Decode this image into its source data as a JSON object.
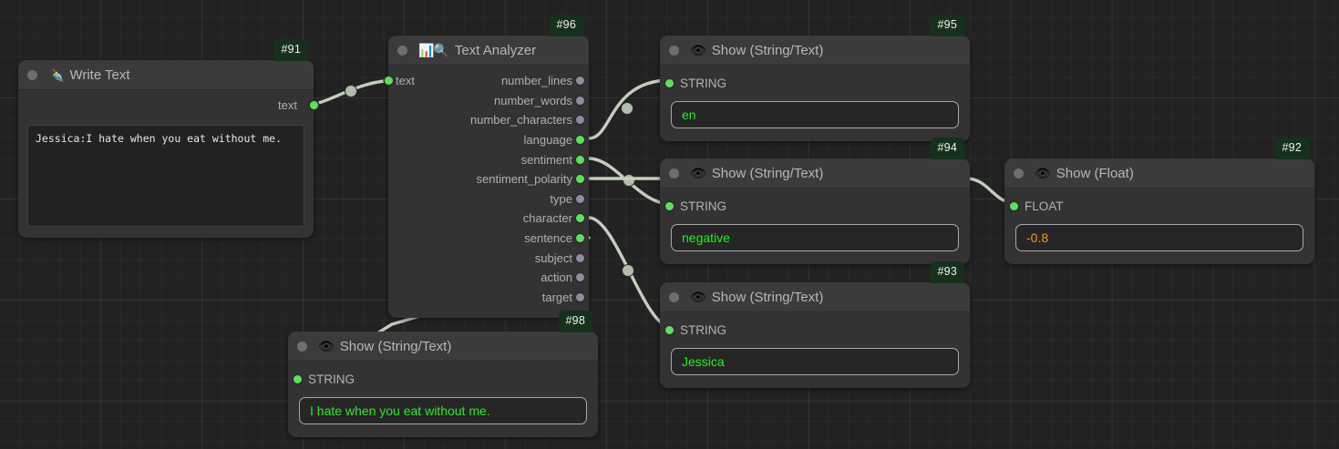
{
  "app": {
    "type": "node-graph-editor",
    "canvas_background": "#222222",
    "wire_color": "#c3cfbe",
    "accent_green": "#5ee05e",
    "value_string_color": "#25ec25",
    "value_float_color": "#eb9a21",
    "badge_color": "#16301c"
  },
  "nodes": [
    {
      "id": "#91",
      "title": "Write Text",
      "icon": "fountain-pen-icon",
      "icon_glyph": "✒️",
      "outputs": [
        {
          "label": "text",
          "connected": true
        }
      ],
      "textarea_value": "Jessica:I hate when you eat without me."
    },
    {
      "id": "#96",
      "title": "Text Analyzer",
      "icon": "bar-chart-magnifier-icon",
      "icon_glyph": "📊🔍",
      "inputs": [
        {
          "label": "text",
          "connected": true
        }
      ],
      "outputs": [
        {
          "label": "number_lines",
          "connected": false
        },
        {
          "label": "number_words",
          "connected": false
        },
        {
          "label": "number_characters",
          "connected": false
        },
        {
          "label": "language",
          "connected": true
        },
        {
          "label": "sentiment",
          "connected": true
        },
        {
          "label": "sentiment_polarity",
          "connected": true
        },
        {
          "label": "type",
          "connected": false
        },
        {
          "label": "character",
          "connected": true
        },
        {
          "label": "sentence",
          "connected": true
        },
        {
          "label": "subject",
          "connected": false
        },
        {
          "label": "action",
          "connected": false
        },
        {
          "label": "target",
          "connected": false
        }
      ]
    },
    {
      "id": "#95",
      "title": "Show (String/Text)",
      "icon": "eye-icon",
      "icon_glyph": "👁",
      "input_label": "STRING",
      "value": "en",
      "value_kind": "str"
    },
    {
      "id": "#94",
      "title": "Show (String/Text)",
      "icon": "eye-icon",
      "icon_glyph": "👁",
      "input_label": "STRING",
      "value": "negative",
      "value_kind": "str"
    },
    {
      "id": "#93",
      "title": "Show (String/Text)",
      "icon": "eye-icon",
      "icon_glyph": "👁",
      "input_label": "STRING",
      "value": "Jessica",
      "value_kind": "str"
    },
    {
      "id": "#92",
      "title": "Show (Float)",
      "icon": "eye-icon",
      "icon_glyph": "👁",
      "input_label": "FLOAT",
      "value": "-0.8",
      "value_kind": "float"
    },
    {
      "id": "#98",
      "title": "Show (String/Text)",
      "icon": "eye-icon",
      "icon_glyph": "👁",
      "input_label": "STRING",
      "value": "I hate when you eat without me.",
      "value_kind": "str"
    }
  ],
  "connections": [
    {
      "from": "#91.text",
      "to": "#96.text"
    },
    {
      "from": "#96.language",
      "to": "#95.STRING"
    },
    {
      "from": "#96.sentiment",
      "to": "#94.STRING"
    },
    {
      "from": "#96.character",
      "to": "#93.STRING"
    },
    {
      "from": "#96.sentence",
      "to": "#98.STRING"
    },
    {
      "from": "#94.passthrough",
      "to": "#92.FLOAT"
    }
  ]
}
